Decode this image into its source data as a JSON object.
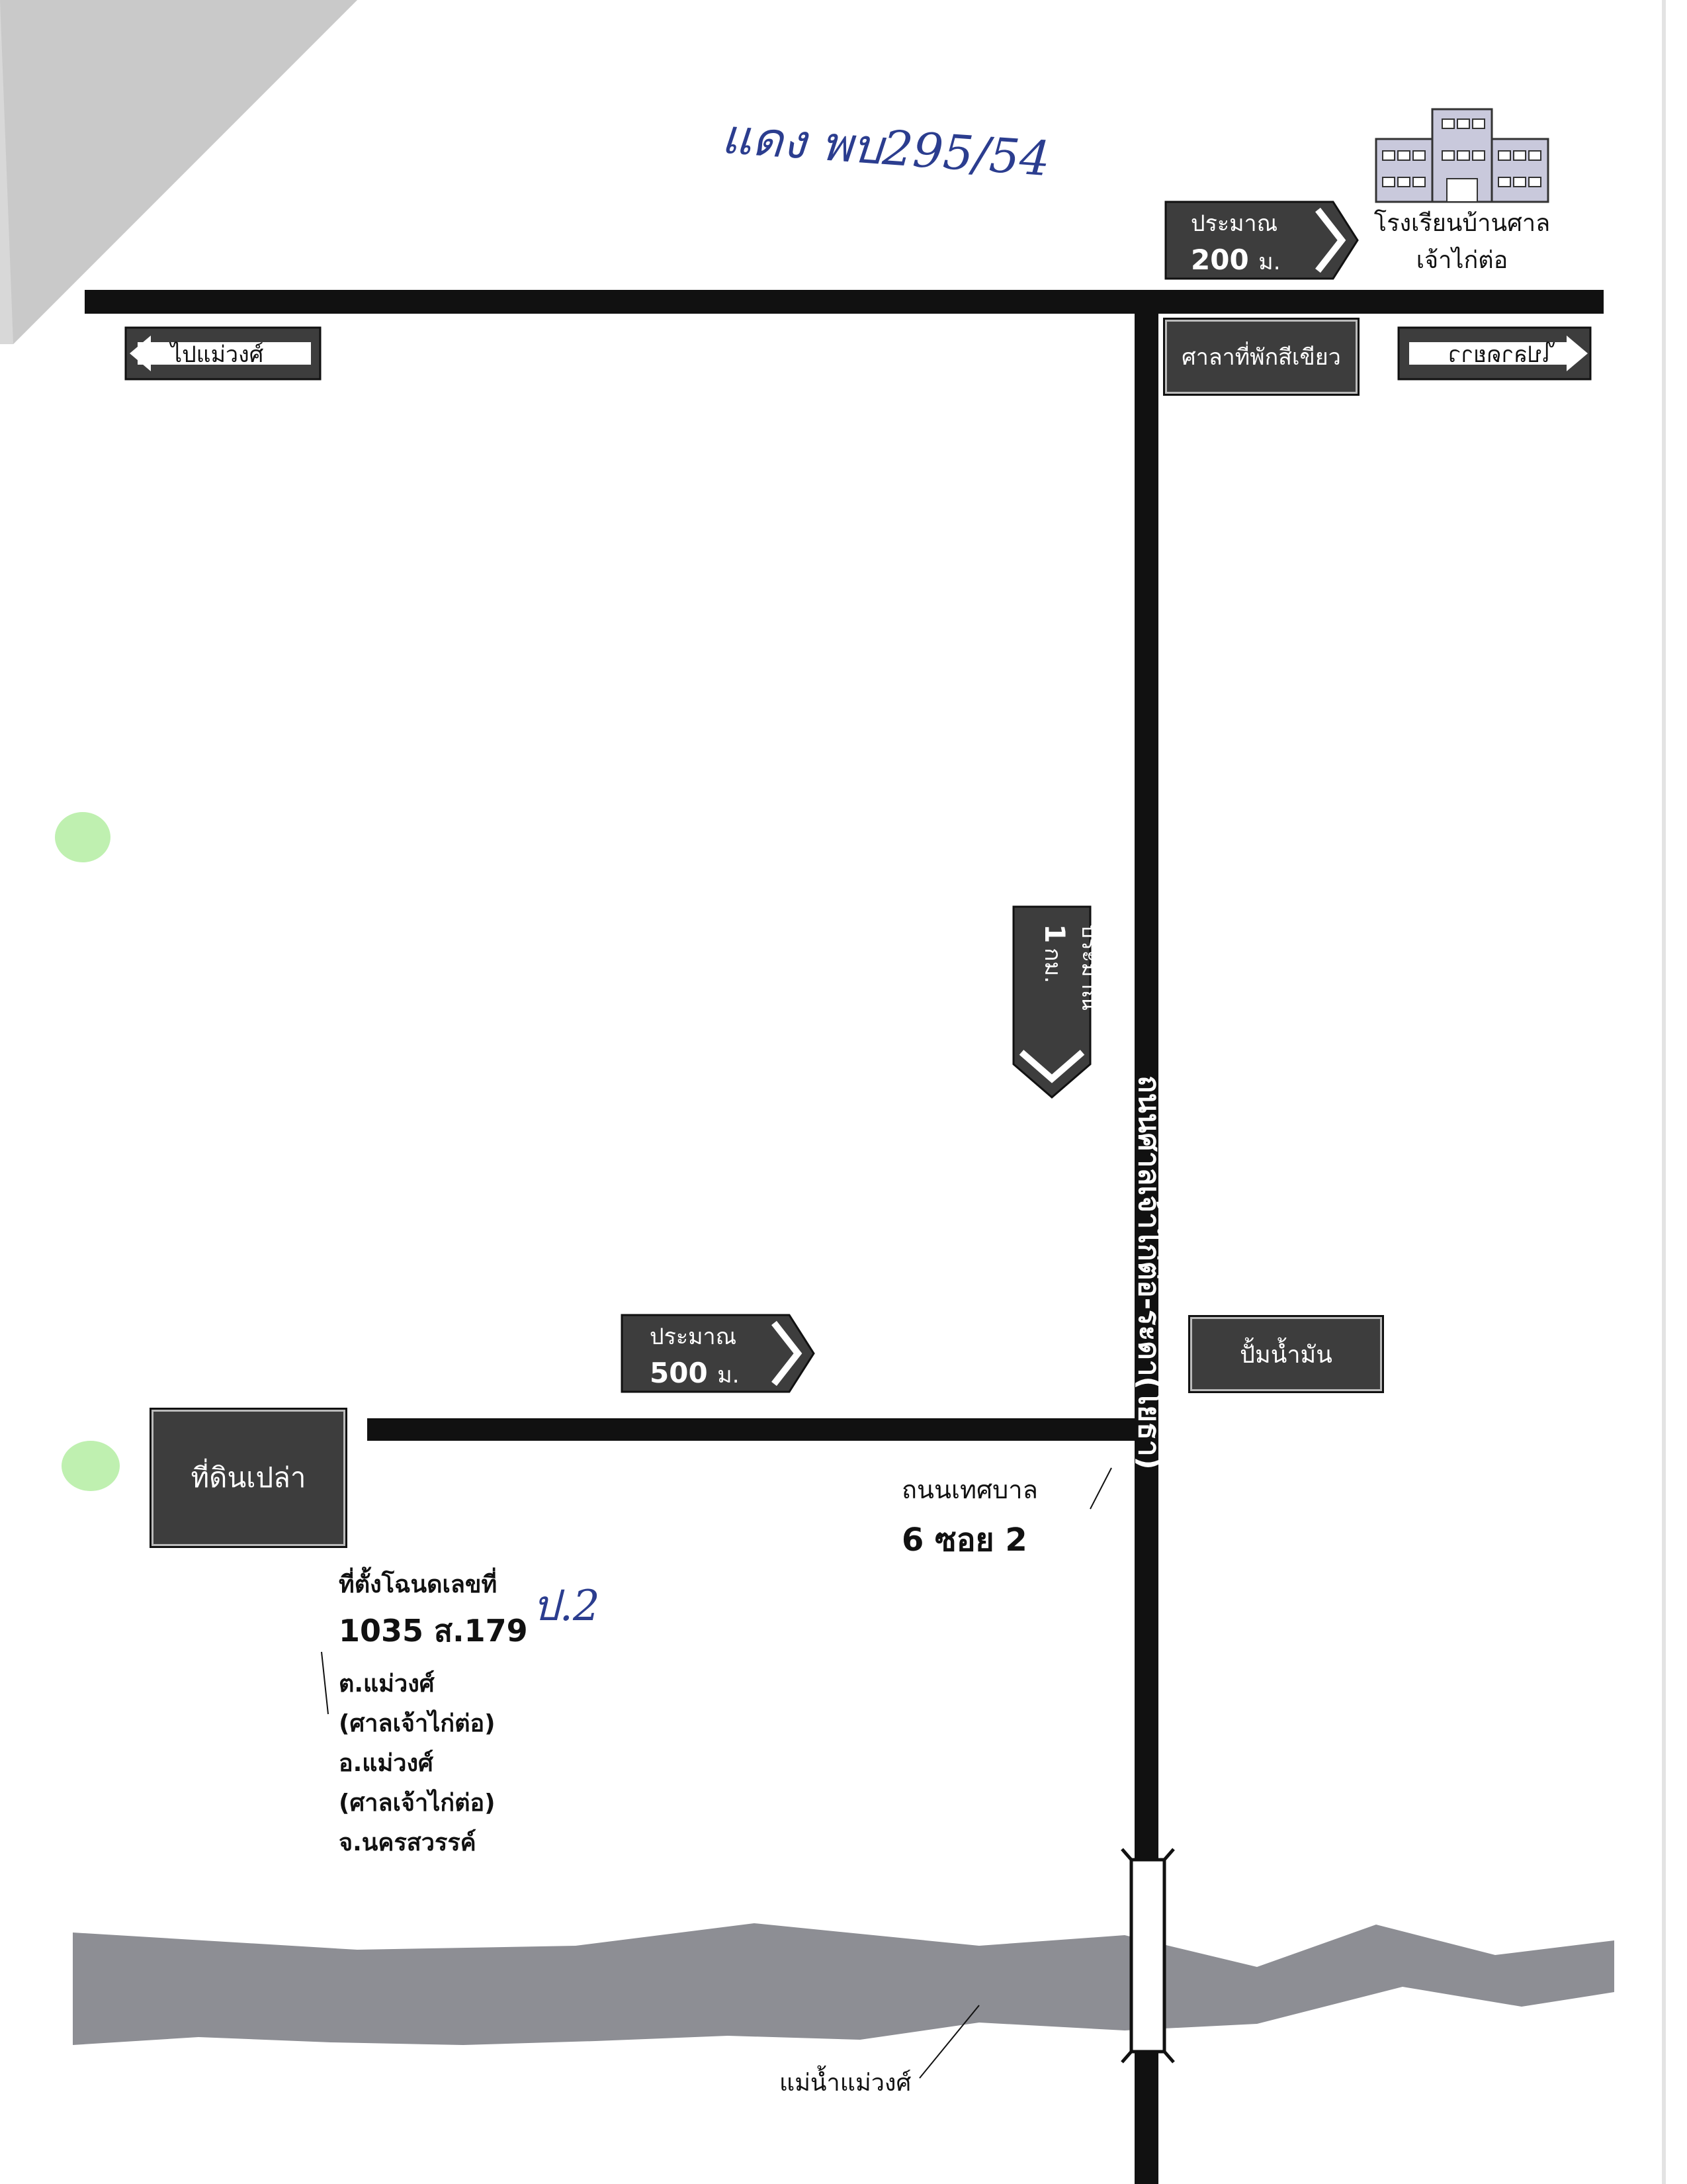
{
  "handwritten_note": "แดง พบ295/54",
  "handwritten_mark": "ป.2",
  "school": {
    "name_line1": "โรงเรียนบ้านศาล",
    "name_line2": "เจ้าไก่ต่อ",
    "icon": "building-icon"
  },
  "signs": {
    "to_maewong": "ไปแม่วงศ์",
    "top_right_arrow": "ไปลาดยาว",
    "green_pavilion": "ศาลาที่พักสีเขียว",
    "gas_station": "ปั้มน้ำมัน",
    "vacant_land": "ที่ดินเปล่า"
  },
  "distances": {
    "to_school": {
      "label": "ประมาณ",
      "value": "200",
      "unit": "ม."
    },
    "south_vertical": {
      "label": "ประมาณ",
      "value": "1",
      "unit": "กม."
    },
    "to_land": {
      "label": "ประมาณ",
      "value": "500",
      "unit": "ม."
    }
  },
  "roads": {
    "main_vertical": "ถนนศาลเจ้าไก่ต่อ-ระดา(โยธา)",
    "side_road_line1": "ถนนเทศบาล",
    "side_road_line2": "6 ซอย 2"
  },
  "deed": {
    "line1": "ที่ตั้งโฉนดเลขที่",
    "line2": "1035 ส.179",
    "line3": "ต.แม่วงศ์",
    "line4": "(ศาลเจ้าไก่ต่อ)",
    "line5": "อ.แม่วงศ์",
    "line6": "(ศาลเจ้าไก่ต่อ)",
    "line7": "จ.นครสวรรค์"
  },
  "river": {
    "label": "แม่น้ำแม่วงศ์"
  },
  "colors": {
    "road": "#111111",
    "sign_fill": "#3d3d3d",
    "river": "#8d8e94",
    "handwriting": "#2b3d8f",
    "stain": "#bff0b0"
  }
}
